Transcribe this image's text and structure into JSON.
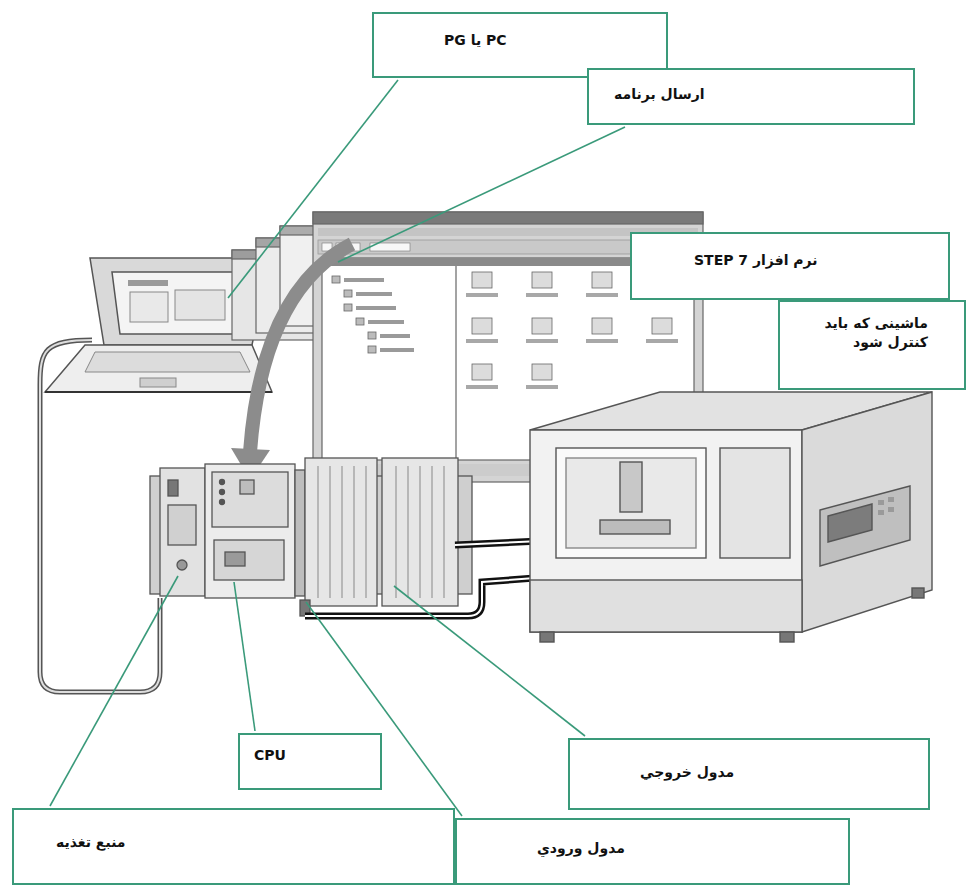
{
  "diagram": {
    "nodes": [
      {
        "text": [
          "PC یا PG"
        ]
      },
      {
        "text": [
          "ارسال برنامه"
        ]
      },
      {
        "text": [
          "نرم افزار STEP 7"
        ]
      },
      {
        "text": [
          "ماشینی که باید کنترل شود"
        ]
      },
      {
        "text": [
          "CPU"
        ]
      },
      {
        "text": [
          "مدول خروجي"
        ]
      },
      {
        "text": [
          "منبع تغذیه"
        ]
      },
      {
        "text": [
          "مدول ورودي"
        ]
      }
    ]
  }
}
